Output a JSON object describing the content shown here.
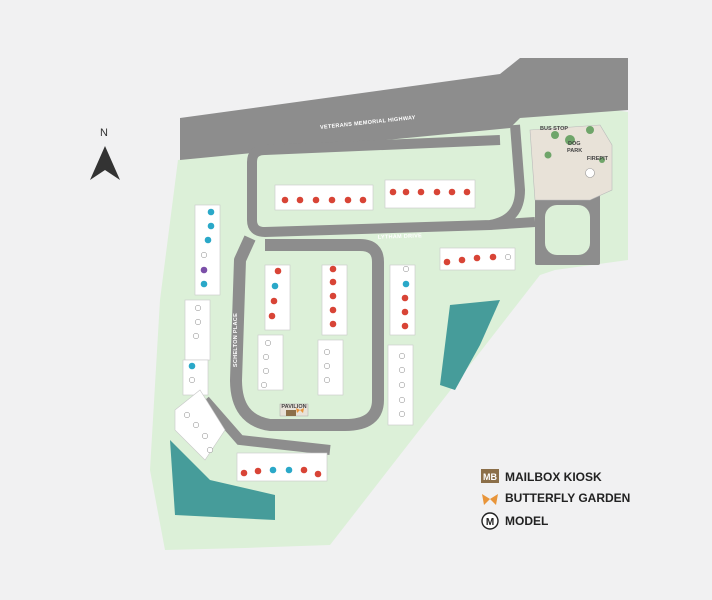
{
  "north": {
    "label": "N"
  },
  "roads": {
    "highway": "VETERANS MEMORIAL HIGHWAY",
    "lytham": "LYTHAM DRIVE",
    "place": "SCHELTON PLACE"
  },
  "amenities": {
    "bus_stop": "BUS STOP",
    "dog_park_line1": "DOG",
    "dog_park_line2": "PARK",
    "firepit": "FIREPIT",
    "pavilion": "PAVILION",
    "mailbox_code": "MB"
  },
  "legend": {
    "items": [
      {
        "icon": "mailbox-kiosk-icon",
        "badge": "MB",
        "label": "MAILBOX KIOSK"
      },
      {
        "icon": "butterfly-icon",
        "badge": "",
        "label": "BUTTERFLY GARDEN"
      },
      {
        "icon": "model-icon",
        "badge": "M",
        "label": "MODEL"
      }
    ]
  },
  "colors": {
    "background": "#f1f1f2",
    "grass": "#dcf0d8",
    "road": "#8d8d8d",
    "pond": "#469c9a",
    "sold_dot": "#d84436",
    "model_dot": "#2aa8c8",
    "special_dot": "#7b4fa8",
    "mailbox_badge": "#8c6f49",
    "butterfly": "#e8953a"
  }
}
